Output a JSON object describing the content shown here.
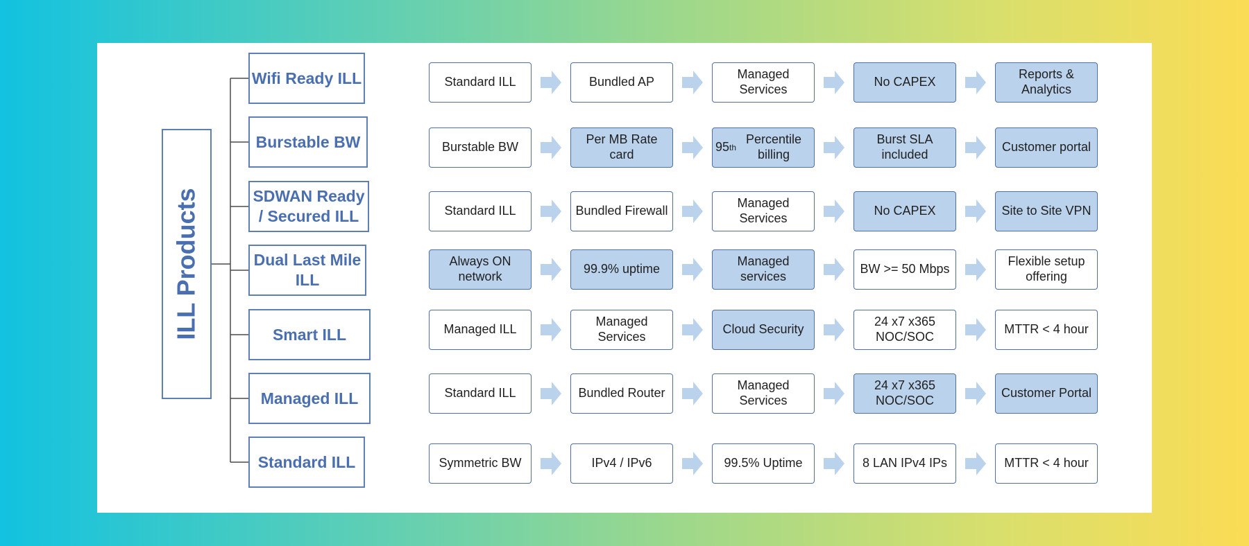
{
  "root_label": "ILL Products",
  "rows": [
    {
      "product": "Wifi Ready ILL",
      "steps": [
        {
          "label": "Standard  ILL",
          "hl": false
        },
        {
          "label": "Bundled AP",
          "hl": false
        },
        {
          "label": "Managed Services",
          "hl": false
        },
        {
          "label": "No CAPEX",
          "hl": true
        },
        {
          "label": "Reports & Analytics",
          "hl": true
        }
      ]
    },
    {
      "product": "Burstable BW",
      "steps": [
        {
          "label": "Burstable BW",
          "hl": false
        },
        {
          "label": "Per MB Rate card",
          "hl": true
        },
        {
          "label": "95th Percentile billing",
          "hl": true
        },
        {
          "label": "Burst SLA included",
          "hl": true
        },
        {
          "label": "Customer portal",
          "hl": true
        }
      ]
    },
    {
      "product": "SDWAN Ready / Secured ILL",
      "steps": [
        {
          "label": "Standard  ILL",
          "hl": false
        },
        {
          "label": "Bundled Firewall",
          "hl": false
        },
        {
          "label": "Managed Services",
          "hl": false
        },
        {
          "label": "No CAPEX",
          "hl": true
        },
        {
          "label": "Site to Site VPN",
          "hl": true
        }
      ]
    },
    {
      "product": "Dual Last Mile ILL",
      "steps": [
        {
          "label": "Always ON network",
          "hl": true
        },
        {
          "label": "99.9% uptime",
          "hl": true
        },
        {
          "label": "Managed services",
          "hl": true
        },
        {
          "label": "BW >= 50 Mbps",
          "hl": false
        },
        {
          "label": "Flexible setup offering",
          "hl": false
        }
      ]
    },
    {
      "product": "Smart ILL",
      "steps": [
        {
          "label": "Managed ILL",
          "hl": false
        },
        {
          "label": "Managed Services",
          "hl": false
        },
        {
          "label": "Cloud Security",
          "hl": true
        },
        {
          "label": "24 x7 x365 NOC/SOC",
          "hl": false
        },
        {
          "label": "MTTR < 4 hour",
          "hl": false
        }
      ]
    },
    {
      "product": "Managed ILL",
      "steps": [
        {
          "label": "Standard  ILL",
          "hl": false
        },
        {
          "label": "Bundled Router",
          "hl": false
        },
        {
          "label": "Managed Services",
          "hl": false
        },
        {
          "label": "24 x7 x365 NOC/SOC",
          "hl": true
        },
        {
          "label": "Customer Portal",
          "hl": true
        }
      ]
    },
    {
      "product": "Standard ILL",
      "steps": [
        {
          "label": "Symmetric BW",
          "hl": false
        },
        {
          "label": "IPv4 / IPv6",
          "hl": false
        },
        {
          "label": "99.5% Uptime",
          "hl": false
        },
        {
          "label": "8 LAN IPv4 IPs",
          "hl": false
        },
        {
          "label": "MTTR < 4 hour",
          "hl": false
        }
      ]
    }
  ],
  "colors": {
    "highlight_fill": "#bad2ec",
    "title_text": "#4a6fb0",
    "box_border": "#5d7fb5",
    "arrow_fill": "#bad2ec"
  }
}
